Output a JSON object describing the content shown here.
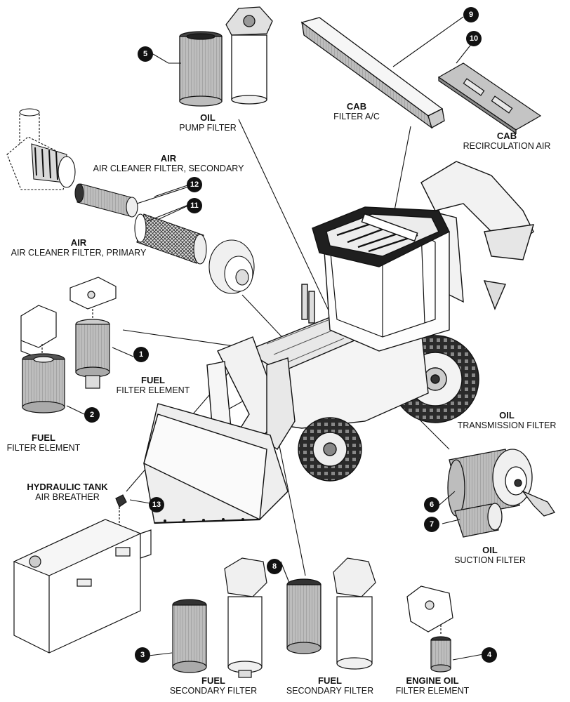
{
  "labels": {
    "oil_pump": {
      "category": "OIL",
      "description": "PUMP FILTER"
    },
    "cab_ac": {
      "category": "CAB",
      "description": "FILTER A/C"
    },
    "cab_recirc": {
      "category": "CAB",
      "description": "RECIRCULATION AIR"
    },
    "air_secondary": {
      "category": "AIR",
      "description": "AIR CLEANER FILTER, SECONDARY"
    },
    "air_primary": {
      "category": "AIR",
      "description": "AIR CLEANER FILTER, PRIMARY"
    },
    "fuel_element_1": {
      "category": "FUEL",
      "description": "FILTER ELEMENT"
    },
    "fuel_element_2": {
      "category": "FUEL",
      "description": "FILTER ELEMENT"
    },
    "oil_transmission": {
      "category": "OIL",
      "description": "TRANSMISSION FILTER"
    },
    "hydraulic_breather": {
      "category": "HYDRAULIC TANK",
      "description": "AIR BREATHER"
    },
    "oil_suction": {
      "category": "OIL",
      "description": "SUCTION FILTER"
    },
    "fuel_secondary_3": {
      "category": "FUEL",
      "description": "SECONDARY FILTER"
    },
    "fuel_secondary_8": {
      "category": "FUEL",
      "description": "SECONDARY FILTER"
    },
    "engine_oil": {
      "category": "ENGINE OIL",
      "description": "FILTER ELEMENT"
    }
  },
  "callouts": {
    "c1": "1",
    "c2": "2",
    "c3": "3",
    "c4": "4",
    "c5": "5",
    "c6": "6",
    "c7": "7",
    "c8": "8",
    "c9": "9",
    "c10": "10",
    "c11": "11",
    "c12": "12",
    "c13": "13"
  }
}
